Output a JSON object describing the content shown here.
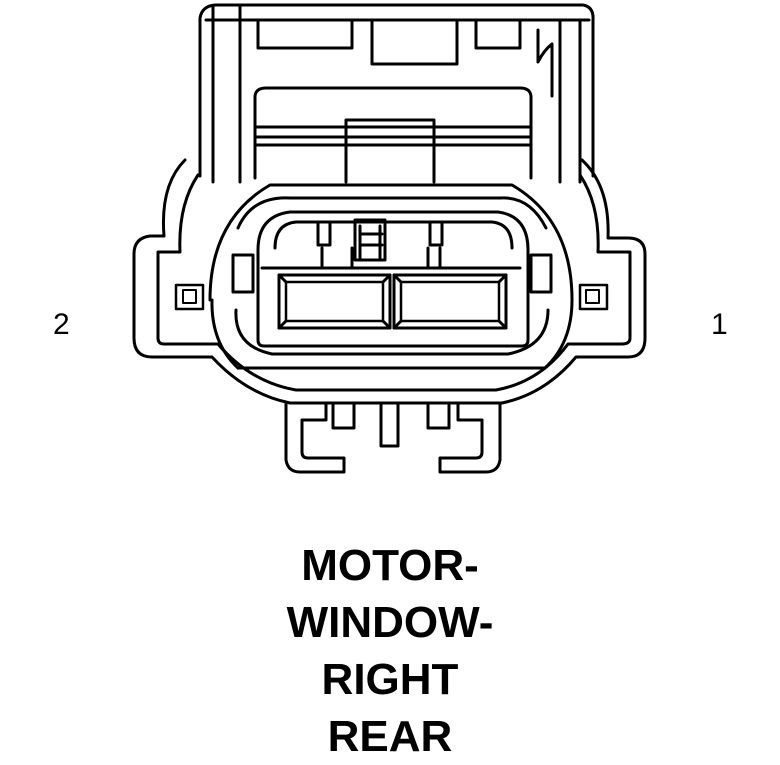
{
  "pins": {
    "left": "2",
    "right": "1"
  },
  "caption": {
    "line1": "MOTOR-",
    "line2": "WINDOW-",
    "line3": "RIGHT",
    "line4": "REAR"
  },
  "colors": {
    "stroke": "#000000",
    "background": "#ffffff"
  }
}
